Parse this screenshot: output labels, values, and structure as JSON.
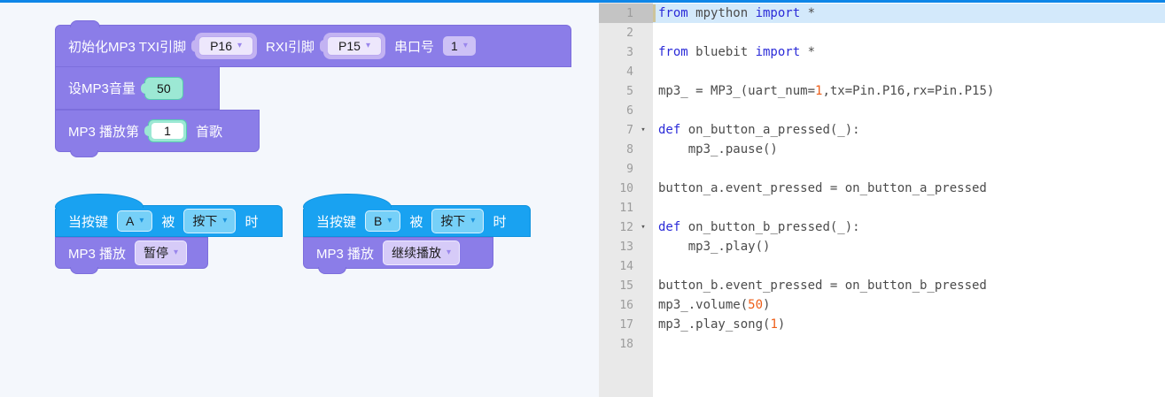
{
  "colors": {
    "accent": "#0e86e8",
    "workspace_bg": "#f4f7fc",
    "purple": "#8b7de8",
    "purple_border": "#7c6edc",
    "purple_sock": "#c3b3f2",
    "purple_light": "#cdc1f6",
    "blue": "#19a2f1",
    "blue_border": "#0f92de",
    "blue_light": "#76d0f8",
    "mint": "#9ce8d4",
    "mint_border": "#57cbb0",
    "kw": "#2b2bd8",
    "num": "#ee5e18",
    "code": "#4b4b4b",
    "gutter_bg": "#e9e9e9",
    "gutter_active": "#c4c4c4",
    "line_active": "#d3e9fb"
  },
  "icons": {
    "dropdown_arrow": "▾",
    "fold_open": "▾"
  },
  "blocks": {
    "init": {
      "label_tx": "初始化MP3 TXI引脚",
      "pin_tx": "P16",
      "label_rx": "RXI引脚",
      "pin_rx": "P15",
      "label_uart": "串口号",
      "uart": "1"
    },
    "volume": {
      "label": "设MP3音量",
      "value": "50"
    },
    "play_song": {
      "label_pre": "MP3 播放第",
      "song": "1",
      "label_post": "首歌"
    },
    "script_a": {
      "hat_label1": "当按键",
      "key": "A",
      "hat_label2": "被",
      "event": "按下",
      "hat_label3": "时",
      "body_label": "MP3 播放",
      "action": "暂停"
    },
    "script_b": {
      "hat_label1": "当按键",
      "key": "B",
      "hat_label2": "被",
      "event": "按下",
      "hat_label3": "时",
      "body_label": "MP3 播放",
      "action": "继续播放"
    }
  },
  "editor": {
    "active_line": 1,
    "lines": [
      {
        "n": 1,
        "seg": [
          {
            "t": "from",
            "c": "k"
          },
          {
            "t": " mpython ",
            "c": "p"
          },
          {
            "t": "import",
            "c": "k"
          },
          {
            "t": " *",
            "c": "p"
          }
        ]
      },
      {
        "n": 2,
        "seg": []
      },
      {
        "n": 3,
        "seg": [
          {
            "t": "from",
            "c": "k"
          },
          {
            "t": " bluebit ",
            "c": "p"
          },
          {
            "t": "import",
            "c": "k"
          },
          {
            "t": " *",
            "c": "p"
          }
        ]
      },
      {
        "n": 4,
        "seg": []
      },
      {
        "n": 5,
        "seg": [
          {
            "t": "mp3_ = MP3_(uart_num=",
            "c": "p"
          },
          {
            "t": "1",
            "c": "n"
          },
          {
            "t": ",tx=Pin.P16,rx=Pin.P15)",
            "c": "p"
          }
        ]
      },
      {
        "n": 6,
        "seg": []
      },
      {
        "n": 7,
        "fold": true,
        "seg": [
          {
            "t": "def",
            "c": "k"
          },
          {
            "t": " on_button_a_pressed(_):",
            "c": "p"
          }
        ]
      },
      {
        "n": 8,
        "seg": [
          {
            "t": "    mp3_.pause()",
            "c": "p"
          }
        ]
      },
      {
        "n": 9,
        "seg": []
      },
      {
        "n": 10,
        "seg": [
          {
            "t": "button_a.event_pressed = on_button_a_pressed",
            "c": "p"
          }
        ]
      },
      {
        "n": 11,
        "seg": []
      },
      {
        "n": 12,
        "fold": true,
        "seg": [
          {
            "t": "def",
            "c": "k"
          },
          {
            "t": " on_button_b_pressed(_):",
            "c": "p"
          }
        ]
      },
      {
        "n": 13,
        "seg": [
          {
            "t": "    mp3_.play()",
            "c": "p"
          }
        ]
      },
      {
        "n": 14,
        "seg": []
      },
      {
        "n": 15,
        "seg": [
          {
            "t": "button_b.event_pressed = on_button_b_pressed",
            "c": "p"
          }
        ]
      },
      {
        "n": 16,
        "seg": [
          {
            "t": "mp3_.volume(",
            "c": "p"
          },
          {
            "t": "50",
            "c": "n"
          },
          {
            "t": ")",
            "c": "p"
          }
        ]
      },
      {
        "n": 17,
        "seg": [
          {
            "t": "mp3_.play_song(",
            "c": "p"
          },
          {
            "t": "1",
            "c": "n"
          },
          {
            "t": ")",
            "c": "p"
          }
        ]
      },
      {
        "n": 18,
        "seg": []
      }
    ]
  }
}
